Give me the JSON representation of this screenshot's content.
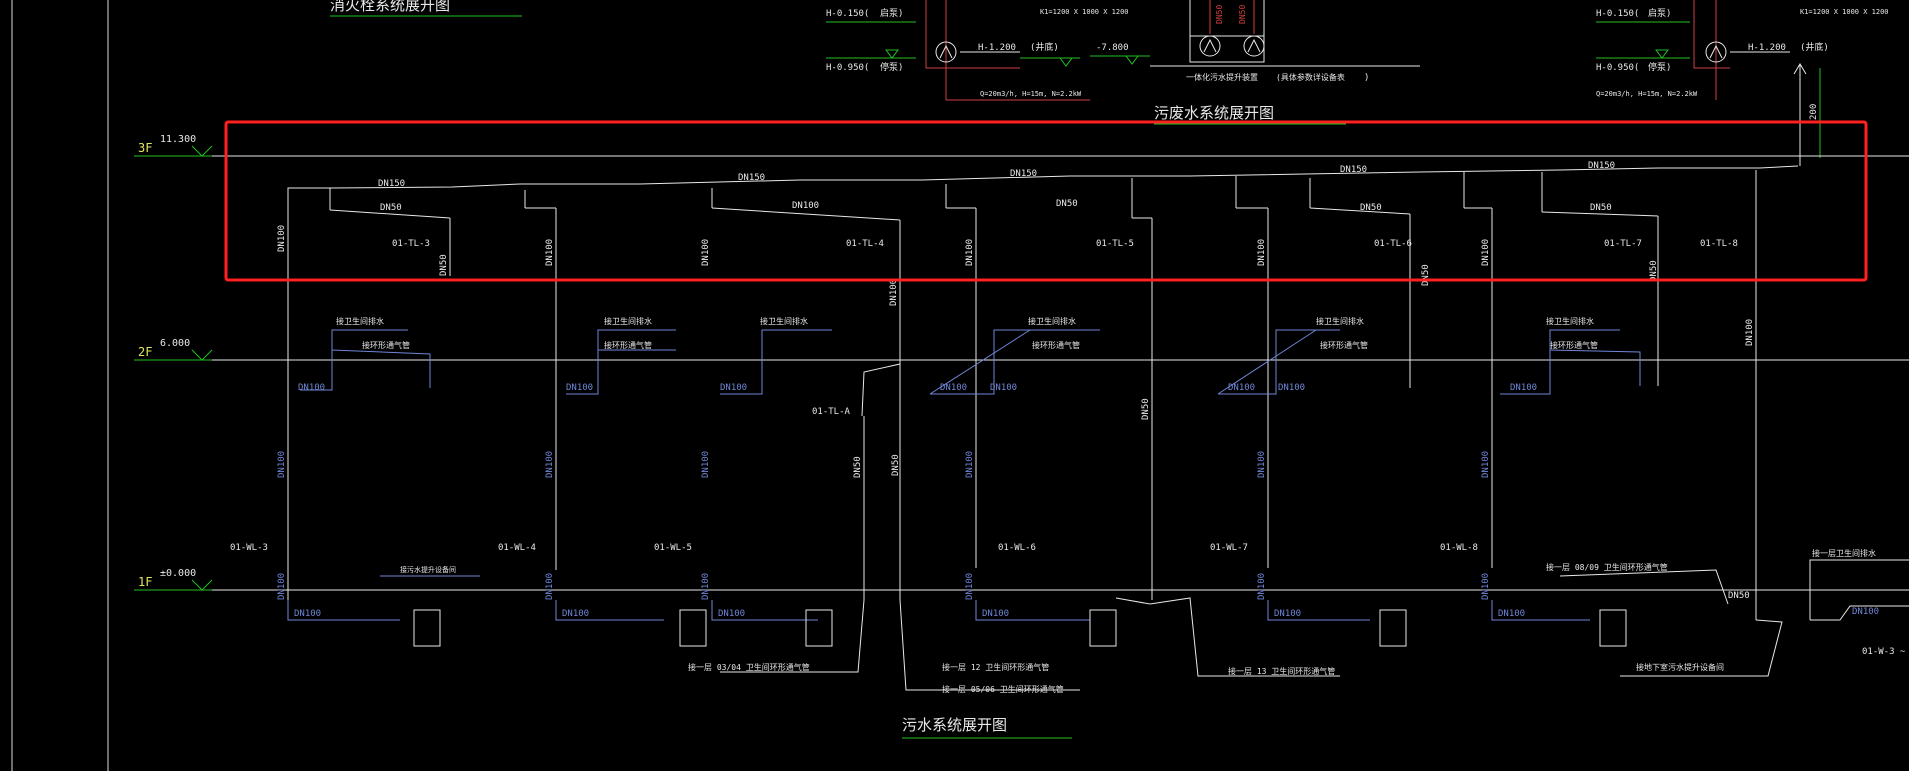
{
  "titles": {
    "hydrant": "消火栓系统展开图",
    "waste": "污废水系统展开图",
    "sewage": "污水系统展开图"
  },
  "levels": [
    {
      "floor": "3F",
      "elev": "11.300"
    },
    {
      "floor": "2F",
      "elev": "6.000"
    },
    {
      "floor": "1F",
      "elev": "±0.000"
    }
  ],
  "top_area": {
    "left_h1": "H-0.150(",
    "left_h1b": "启泵)",
    "left_h2": "H-0.950(",
    "left_h2b": "停泵)",
    "left_pump_h": "H-1.200",
    "left_pump_note": "(井底)",
    "left_pit": "K1=1200 X 1000 X 1200",
    "left_flow": "Q=20m3/h,  H=15m,  N=2.2kW",
    "mid_elev": "-7.800",
    "mid_text_a": "一体化污水提升装置",
    "mid_text_b": "(具体参数详设备表",
    "mid_text_c": ")",
    "mid_pipe_a": "DN50",
    "mid_pipe_b": "DN50",
    "right_h1": "H-0.150(",
    "right_h1b": "启泵)",
    "right_h2": "H-0.950(",
    "right_h2b": "停泵)",
    "right_pump_h": "H-1.200",
    "right_pump_note": "(井底)",
    "right_pit": "K1=1200 X 1000 X 1200",
    "right_flow": "Q=20m3/h,  H=15m,  N=2.2kW",
    "dim_200": "200"
  },
  "third_floor": {
    "main_labels": [
      "DN150",
      "DN150",
      "DN150",
      "DN150",
      "DN150"
    ],
    "sub_labels": [
      "DN50",
      "DN100",
      "DN50",
      "DN50",
      "DN50"
    ],
    "riser_labels": [
      "DN100",
      "DN100",
      "DN100",
      "DN100",
      "DN100",
      "DN100",
      "DN100"
    ],
    "small_risers": [
      "DN50",
      "DN50",
      "DN50"
    ],
    "tl_tags": [
      "01-TL-3",
      "01-TL-4",
      "01-TL-5",
      "01-TL-6",
      "01-TL-7",
      "01-TL-8"
    ]
  },
  "second_floor": {
    "fixture_a": [
      "接卫生间排水",
      "接卫生间排水",
      "接卫生间排水",
      "接卫生间排水",
      "接卫生间排水",
      "接卫生间排水"
    ],
    "fixture_b": [
      "接环形通气管",
      "接环形通气管",
      "接环形通气管",
      "接环形通气管",
      "接环形通气管"
    ],
    "h_labels": [
      "DN100",
      "DN100",
      "DN100",
      "DN100",
      "DN100",
      "DN100",
      "DN100",
      "DN100"
    ],
    "tl_a": "01-TL-A",
    "risers": [
      "DN100",
      "DN100",
      "DN100",
      "DN100",
      "DN100",
      "DN100"
    ],
    "dn50_a": "DN50",
    "dn50_b": "DN50",
    "dn50_c": "DN50",
    "right_riser": "DN100"
  },
  "first_floor": {
    "wl_tags": [
      "01-WL-3",
      "01-WL-4",
      "01-WL-5",
      "01-WL-6",
      "01-WL-7",
      "01-WL-8"
    ],
    "risers": [
      "DN100",
      "DN100",
      "DN100",
      "DN100",
      "DN100",
      "DN100"
    ],
    "outs": [
      "DN100",
      "DN100",
      "DN100",
      "DN100",
      "DN100",
      "DN100"
    ],
    "notes": [
      "接一层   03/04  卫生间环形通气管",
      "接一层   05/06  卫生间环形通气管",
      "接一层   12  卫生间环形通气管",
      "接一层   13  卫生间环形通气管",
      "接一层   08/09  卫生间环形通气管",
      "接地下室污水提升设备间"
    ],
    "left_note": "接污水提升设备间",
    "right_note": "接一层卫生间排水",
    "dn50": "DN50",
    "dn100_r": "DN100",
    "w_tag": "01-W-3 ~"
  },
  "colors": {
    "background": "#000000",
    "pipe": "#e8e8e8",
    "note": "#6f86d6",
    "highlight": "#ff2020",
    "title_underline": "#22c022",
    "pump": "#d04040"
  }
}
